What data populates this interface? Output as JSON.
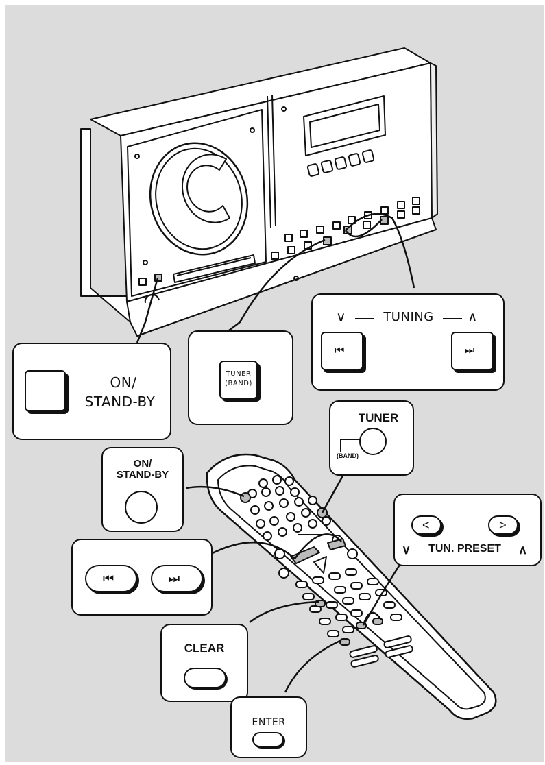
{
  "callouts": {
    "main_on_standby": {
      "line1": "ON/",
      "line2": "STAND-BY"
    },
    "main_tuner_band": {
      "line1": "TUNER",
      "line2": "(BAND)"
    },
    "main_tuning": {
      "label": "TUNING"
    },
    "remote_on_standby": {
      "line1": "ON/",
      "line2": "STAND-BY"
    },
    "remote_tuner": {
      "label": "TUNER",
      "sub": "(BAND)"
    },
    "remote_tun_preset": {
      "label": "TUN. PRESET"
    },
    "remote_clear": {
      "label": "CLEAR"
    },
    "remote_enter": {
      "label": "ENTER"
    }
  },
  "icons": {
    "skip_back": "⏮",
    "skip_forward": "⏭",
    "preset_down": "<",
    "preset_up": ">",
    "tuning_down": "∨",
    "tuning_up": "∧"
  },
  "colors": {
    "background": "#dcdcdc",
    "line": "#111111",
    "panel": "#ffffff",
    "button_fill": "#bbbbbb"
  }
}
